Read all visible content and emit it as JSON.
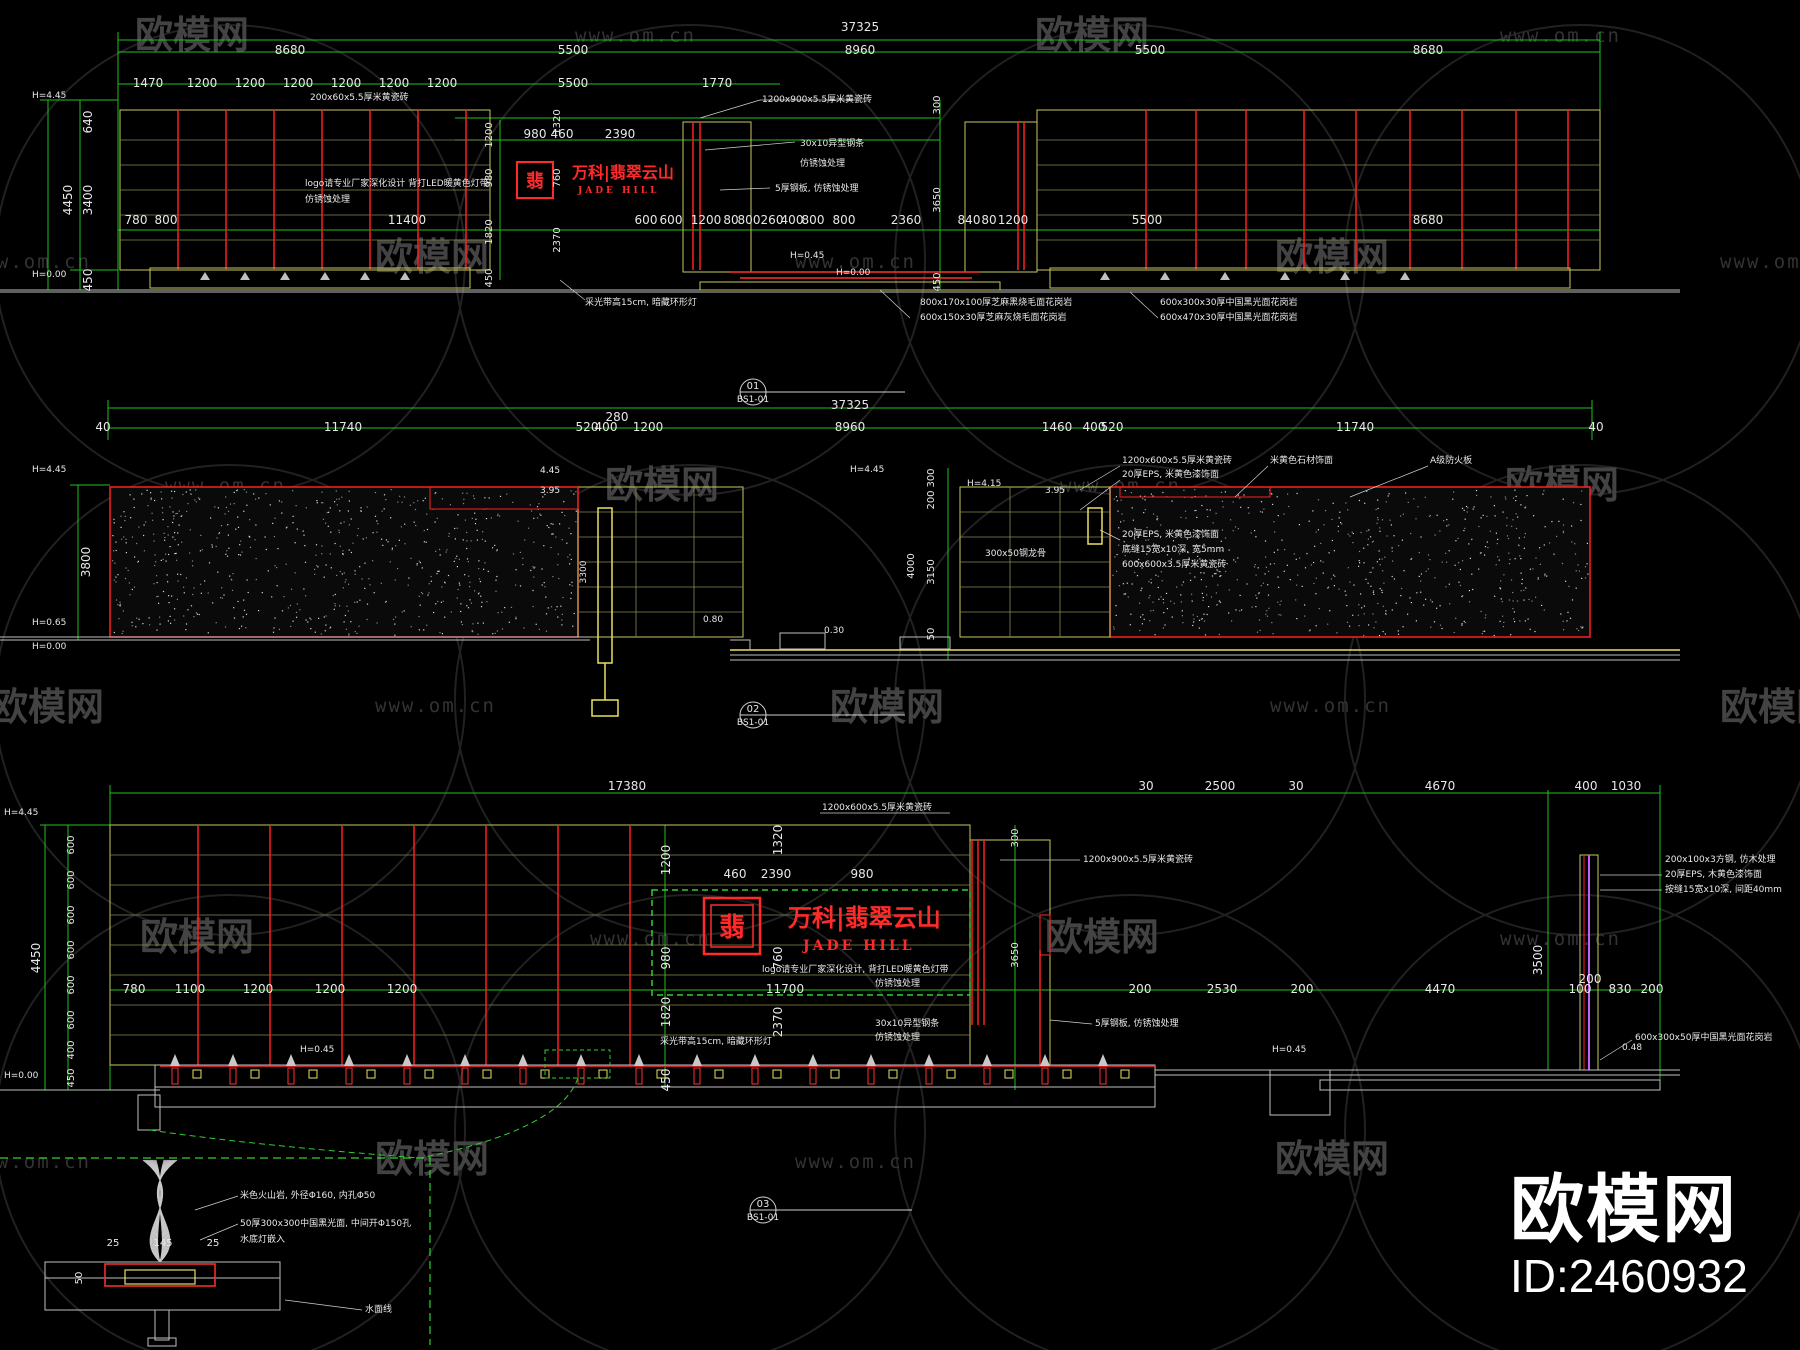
{
  "watermark": {
    "text": "欧模网",
    "url": "www.om.cn"
  },
  "corner_logo": {
    "name": "欧模网",
    "id": "ID:2460932"
  },
  "brand": {
    "name_cn": "万科|翡翠云山",
    "name_en": "JADE HILL",
    "seal": "翡"
  },
  "elevation1": {
    "total": "37325",
    "segments_top": [
      "8680",
      "5500",
      "8960",
      "5500",
      "8680"
    ],
    "segments_row2": [
      "1470",
      "1200",
      "1200",
      "1200",
      "1200",
      "1200",
      "1200",
      "5500",
      "1770"
    ],
    "vertical_dims": [
      "640",
      "3400",
      "4450",
      "450"
    ],
    "logo_dims": [
      "980",
      "460",
      "2390",
      "1320",
      "1200",
      "980",
      "760",
      "1820",
      "2370",
      "450"
    ],
    "inner_dims_left": [
      "780",
      "800",
      "11400",
      "600",
      "600",
      "1200",
      "80",
      "800",
      "260",
      "400",
      "800",
      "800",
      "2360"
    ],
    "inner_dims_right": [
      "840",
      "80",
      "1200",
      "5500",
      "8680"
    ],
    "right_vertical": [
      "300",
      "3650",
      "450"
    ],
    "levels": [
      "H=4.45",
      "H=0.00",
      "H=0.45",
      "H=0.00"
    ],
    "notes": [
      "200x60x5.5厚米黄瓷砖",
      "1200x900x5.5厚米黄瓷砖",
      "30x10异型钢条",
      "仿锈蚀处理",
      "5厚钢板, 仿锈蚀处理",
      "logo请专业厂家深化设计  背打LED暖黄色灯带",
      "仿锈蚀处理",
      "采光带高15cm, 暗藏环形灯",
      "800x170x100厚芝麻黑烧毛面花岗岩",
      "600x150x30厚芝麻灰烧毛面花岗岩",
      "600x300x30厚中国黑光面花岗岩",
      "600x470x30厚中国黑光面花岗岩"
    ],
    "label_num": "01",
    "label_sheet": "BS1-01"
  },
  "elevation2": {
    "total": "37325",
    "segments": [
      "40",
      "11740",
      "520",
      "400",
      "1200",
      "8960",
      "1460",
      "400",
      "520",
      "11740",
      "40"
    ],
    "extra_top": "280",
    "left_vertical": "3800",
    "mid_vertical": [
      "300",
      "200",
      "3150",
      "4000",
      "50"
    ],
    "pole_dim": "3300",
    "levels": [
      "H=4.45",
      "H=0.65",
      "H=0.00",
      "4.45",
      "3.95",
      "H=4.45",
      "H=4.15",
      "3.95",
      "0.80",
      "0.30"
    ],
    "notes": [
      "1200x600x5.5厚米黄瓷砖",
      "20厚EPS, 米黄色漆饰面",
      "米黄色石材饰面",
      "A级防火板",
      "300x50钢龙骨",
      "20厚EPS, 米黄色漆饰面",
      "底缝15宽x10深, 宽5mm",
      "600x600x3.5厚米黄瓷砖"
    ],
    "label_num": "02",
    "label_sheet": "BS1-01"
  },
  "elevation3": {
    "top_dims": [
      "17380",
      "30",
      "2500",
      "30",
      "4670",
      "400",
      "1030"
    ],
    "left_vertical": [
      "600",
      "600",
      "600",
      "600",
      "600",
      "600",
      "400",
      "450",
      "4450"
    ],
    "logo_dims": [
      "1320",
      "1200",
      "980",
      "460",
      "2390",
      "980",
      "760",
      "1820",
      "2370",
      "450"
    ],
    "bottom_dims": [
      "780",
      "1100",
      "1200",
      "1200",
      "1200",
      "11700",
      "200",
      "2530",
      "200",
      "4470",
      "100",
      "200",
      "830",
      "200"
    ],
    "right_vertical": [
      "300",
      "3650",
      "3500"
    ],
    "levels": [
      "H=4.45",
      "H=0.00",
      "H=0.45",
      "H=0.45",
      "0.48"
    ],
    "notes": [
      "1200x600x5.5厚米黄瓷砖",
      "1200x900x5.5厚米黄瓷砖",
      "logo请专业厂家深化设计, 背打LED暖黄色灯带",
      "仿锈蚀处理",
      "30x10异型钢条",
      "仿锈蚀处理",
      "采光带高15cm, 暗藏环形灯",
      "5厚钢板, 仿锈蚀处理",
      "200x100x3方钢, 仿木处理",
      "20厚EPS, 木黄色漆饰面",
      "按缝15宽x10深, 间距40mm",
      "600x300x50厚中国黑光面花岗岩"
    ],
    "detail_notes": [
      "米色火山岩, 外径Φ160, 内孔Φ50",
      "50厚300x300中国黑光面, 中间开Φ150孔",
      "水底灯嵌入",
      "水面线"
    ],
    "detail_dims": [
      "25",
      "145",
      "25",
      "50"
    ],
    "label_num": "03",
    "label_sheet": "BS1-01"
  }
}
